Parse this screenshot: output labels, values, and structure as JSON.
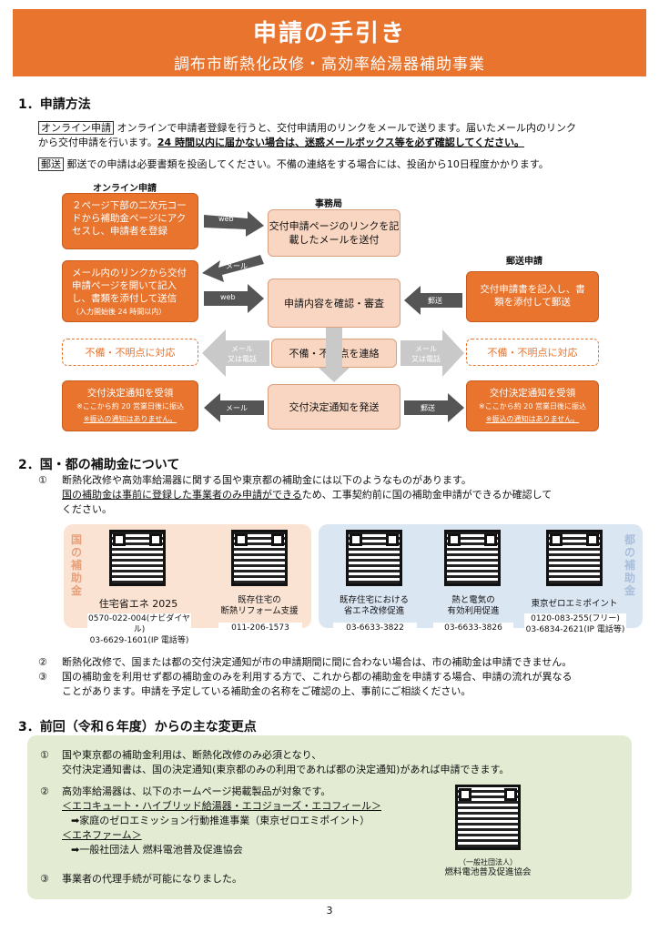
{
  "header": {
    "title": "申請の手引き",
    "subtitle": "調布市断熱化改修・高効率給湯器補助事業"
  },
  "s1": {
    "heading": "1．申請方法",
    "online_label": "オンライン申請",
    "online_text": "オンラインで申請者登録を行うと、交付申請用のリンクをメールで送ります。届いたメール内のリンク",
    "online_text2": "から交付申請を行います。",
    "online_warn": "24 時間以内に届かない場合は、迷惑メールボックス等を必ず確認してください。",
    "mail_label": "郵送",
    "mail_text": "郵送での申請は必要書類を投函してください。不備の連絡をする場合には、投函から10日程度かかります。"
  },
  "flow": {
    "online_title": "オンライン申請",
    "office_title": "事務局",
    "mail_title": "郵送申請",
    "online_step1": "２ページ下部の二次元コードから補助金ページにアクセスし、申請者を登録",
    "online_step2": "メール内のリンクから交付申請ページを開いて記入し、書類を添付して送信",
    "online_step2_note": "（入力開始後 24 時間以内）",
    "office_step1": "交付申請ページのリンクを記載したメールを送付",
    "office_step2": "申請内容を確認・審査",
    "office_step3": "不備・不明点を連絡",
    "office_step4": "交付決定通知を発送",
    "mail_step1": "交付申請書を記入し、書類を添付して郵送",
    "left_fix": "不備・不明点に対応",
    "right_fix": "不備・不明点に対応",
    "left_result": "交付決定通知を受領",
    "left_result_note": "※ここから約 20 営業日後に振込",
    "left_result_note2": "※振込の通知はありません。",
    "right_result": "交付決定通知を受領",
    "right_result_note": "※ここから約 20 営業日後に振込",
    "right_result_note2": "※振込の通知はありません。",
    "arrow_web1": "web",
    "arrow_mail1": "メール",
    "arrow_web2": "web",
    "arrow_post1": "郵送",
    "arrow_mailtel_l1": "メール",
    "arrow_mailtel_l2": "又は電話",
    "arrow_mailtel_r1": "メール",
    "arrow_mailtel_r2": "又は電話",
    "arrow_mail2": "メール",
    "arrow_post2": "郵送"
  },
  "s2": {
    "heading": "2．国・都の補助金について",
    "n1": "①",
    "p1": "断熱化改修や高効率給湯器に関する国や東京都の補助金には以下のようなものがあります。",
    "p1b_u": "国の補助金は事前に登録した事業者のみ申請ができる",
    "p1b": "ため、工事契約前に国の補助金申請ができるか確認して",
    "p1c": "ください。",
    "nat_label": "国の補助金",
    "tok_label": "都の補助金",
    "qr": [
      {
        "name": "住宅省エネ 2025",
        "name2": "",
        "phone": "0570-022-004(ナビダイヤル)",
        "phone2": "03-6629-1601(IP 電話等)"
      },
      {
        "name": "既存住宅の",
        "name2": "断熱リフォーム支援",
        "phone": "011-206-1573",
        "phone2": ""
      },
      {
        "name": "既存住宅における",
        "name2": "省エネ改修促進",
        "phone": "03-6633-3822",
        "phone2": ""
      },
      {
        "name": "熱と電気の",
        "name2": "有効利用促進",
        "phone": "03-6633-3826",
        "phone2": ""
      },
      {
        "name": "東京ゼロエミポイント",
        "name2": "",
        "phone": "0120-083-255(フリー)",
        "phone2": "03-6834-2621(IP 電話等)"
      }
    ],
    "n2": "②",
    "p2": "断熱化改修で、国または都の交付決定通知が市の申請期間に間に合わない場合は、市の補助金は申請できません。",
    "n3": "③",
    "p3": "国の補助金を利用せず都の補助金のみを利用する方で、これから都の補助金を申請する場合、申請の流れが異なる",
    "p3b": "ことがあります。申請を予定している補助金の名称をご確認の上、事前にご相談ください。"
  },
  "s3": {
    "heading": "3．前回（令和６年度）からの主な変更点",
    "n1": "①",
    "c1": "国や東京都の補助金利用は、断熱化改修のみ必須となり、",
    "c1b": "交付決定通知書は、国の決定通知(東京都のみの利用であれば都の決定通知)があれば申請できます。",
    "n2": "②",
    "c2": "高効率給湯器は、以下のホームページ掲載製品が対象です。",
    "c2a": "＜エコキュート・ハイブリッド給湯器・エコジョーズ・エコフィール＞",
    "c2b": "➡家庭のゼロエミッション行動推進事業（東京ゼロエミポイント）",
    "c2c": "＜エネファーム＞",
    "c2d": "➡一般社団法人 燃料電池普及促進協会",
    "n3": "③",
    "c3": "事業者の代理手続が可能になりました。",
    "qr_label1": "（一般社団法人）",
    "qr_label2": "燃料電池普及促進協会"
  },
  "footer": {
    "page": "3"
  }
}
